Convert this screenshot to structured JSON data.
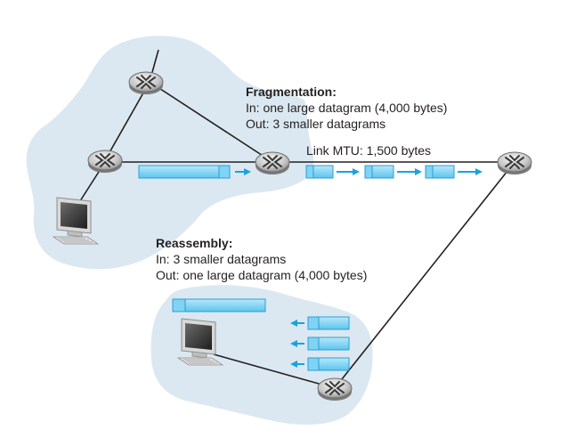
{
  "fragmentation": {
    "heading": "Fragmentation:",
    "in": "In: one large datagram (4,000 bytes)",
    "out": "Out: 3 smaller datagrams"
  },
  "link_mtu": "Link MTU: 1,500 bytes",
  "reassembly": {
    "heading": "Reassembly:",
    "in": "In: 3 smaller datagrams",
    "out": "Out: one large datagram (4,000 bytes)"
  },
  "colors": {
    "cloud": "#dbe8f1",
    "datagram": "#7fd3f3",
    "datagram_edge": "#2a9fd6",
    "arrow": "#1aa3dc",
    "link": "#231f20"
  },
  "icons": [
    "router-icon",
    "computer-icon",
    "datagram-icon",
    "arrow-icon"
  ]
}
